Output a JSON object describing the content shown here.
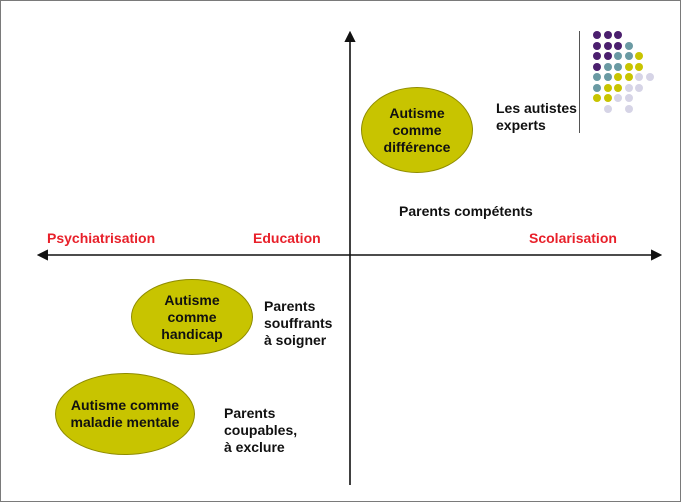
{
  "axes": {
    "left_pole": "Psychiatrisation",
    "middle_left": "Education",
    "right_pole": "Scolarisation"
  },
  "ellipses": [
    {
      "text": "Autisme\ncomme\ndifférence"
    },
    {
      "text": "Autisme\ncomme\nhandicap"
    },
    {
      "text": "Autisme comme\nmaladie mentale"
    }
  ],
  "labels": {
    "autistes_experts": "Les autistes\nexperts",
    "parents_competents": "Parents compétents",
    "parents_souffrants": "Parents\nsouffrants\nà soigner",
    "parents_coupables": "Parents\ncoupables,\n à exclure"
  },
  "colors": {
    "ellipse_fill": "#c8c400",
    "axis_label": "#e8202a",
    "dot_purple": "#4b1f6e",
    "dot_teal": "#6a9aa3",
    "dot_yellow": "#c8c400",
    "dot_lavender": "#d6d4e6"
  },
  "decoration": {
    "dot_grid": [
      [
        "purple",
        "purple",
        "purple",
        "",
        "",
        ""
      ],
      [
        "purple",
        "purple",
        "purple",
        "teal",
        "",
        ""
      ],
      [
        "purple",
        "purple",
        "teal",
        "teal",
        "yellow",
        ""
      ],
      [
        "purple",
        "teal",
        "teal",
        "yellow",
        "yellow",
        ""
      ],
      [
        "teal",
        "teal",
        "yellow",
        "yellow",
        "lavender",
        "lavender"
      ],
      [
        "teal",
        "yellow",
        "yellow",
        "lavender",
        "lavender",
        ""
      ],
      [
        "yellow",
        "yellow",
        "lavender",
        "lavender",
        "",
        ""
      ],
      [
        "",
        "lavender",
        "",
        "lavender",
        "",
        ""
      ]
    ]
  }
}
